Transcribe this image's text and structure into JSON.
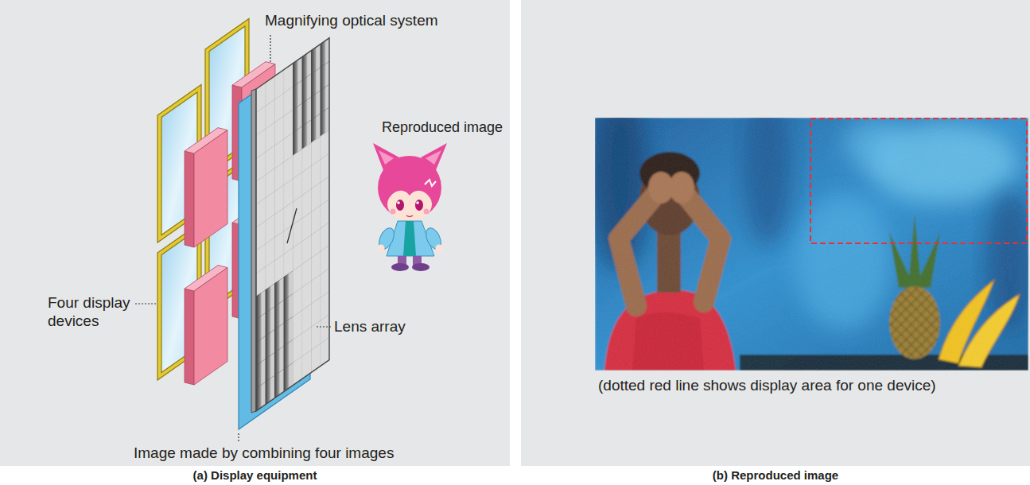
{
  "diagram": {
    "nodes": [
      {
        "text": [
          "(a) Display equipment"
        ]
      },
      {
        "text": [
          "(b) Reproduced image"
        ]
      }
    ],
    "labels": [
      "Magnifying optical system",
      "Reproduced image",
      "Four display devices",
      "Lens array",
      "Image made by combining four images",
      "(dotted red line shows display area for one device)"
    ]
  }
}
